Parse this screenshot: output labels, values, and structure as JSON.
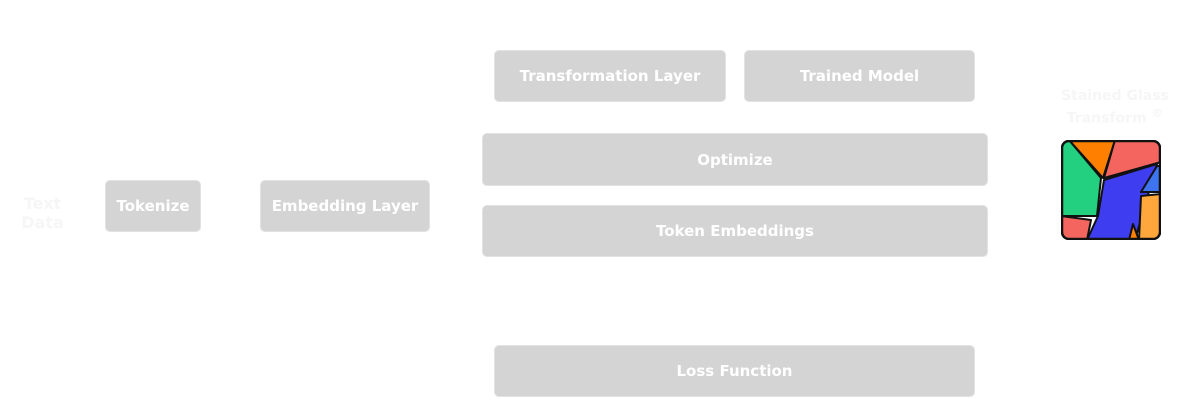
{
  "input_label": "Text Data",
  "steps": {
    "tokenize": "Tokenize",
    "embedding_layer": "Embedding Layer",
    "transformation_layer": "Transformation Layer",
    "trained_model": "Trained Model",
    "optimize": "Optimize",
    "token_embeddings": "Token Embeddings",
    "loss_function": "Loss Function"
  },
  "output_label": "Stained Glass Transform",
  "output_mark": "®",
  "logo": {
    "colors": [
      "#22d07f",
      "#ff8000",
      "#f56560",
      "#3e3ef0",
      "#3e74ef",
      "#ffa63c"
    ]
  }
}
